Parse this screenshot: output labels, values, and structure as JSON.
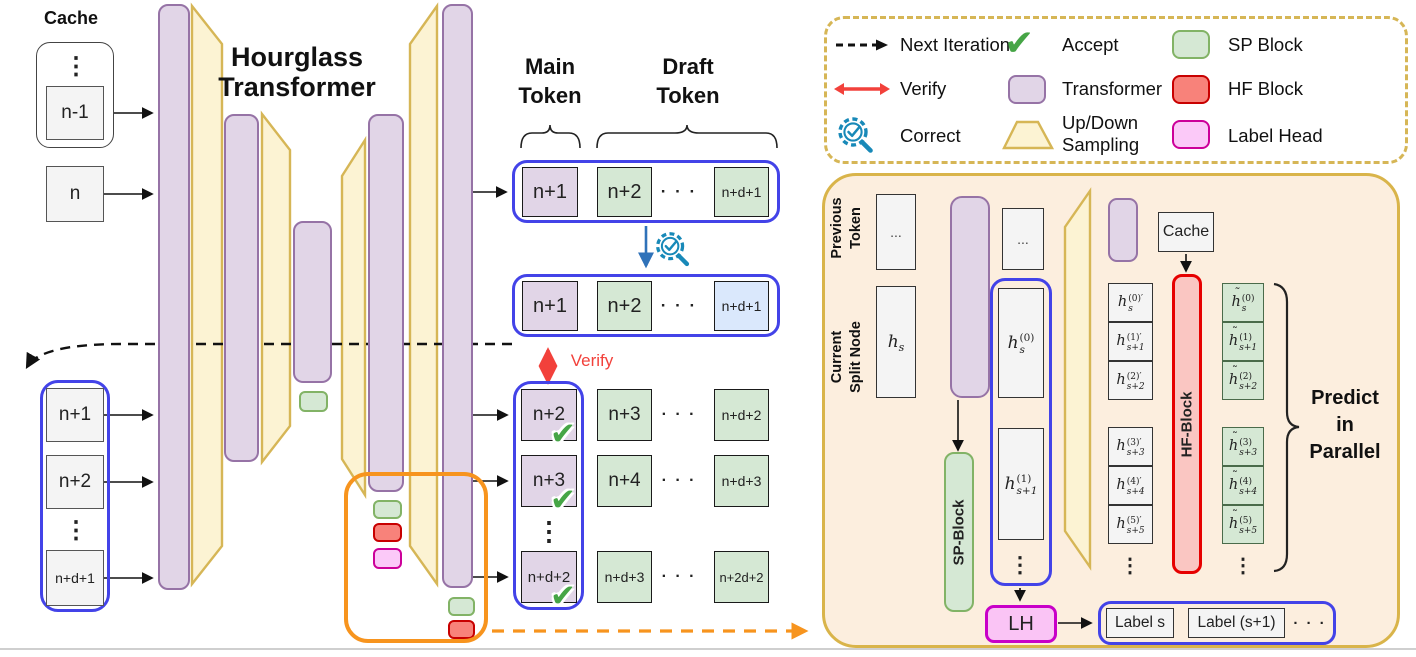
{
  "colors": {
    "transformer_fill": "#E1D5E7",
    "transformer_border": "#9673A6",
    "sampling_fill": "#FCF3D3",
    "sampling_border": "#D6B656",
    "sp_fill": "#D5E8D4",
    "sp_border": "#82B366",
    "hf_fill": "#F8827A",
    "hf_border": "#C80000",
    "label_head_fill": "#FBC9F8",
    "label_head_border": "#CC0099",
    "blue_container": "#4343E8",
    "orange_highlight": "#F7941E",
    "verify_red": "#F2413B",
    "correct_teal": "#1889B8",
    "accept_green": "#46A546",
    "draft_blue_fill": "#DAE8FC",
    "panel_fill": "#FCEEDE",
    "panel_border": "#D9B44A"
  },
  "icons": {
    "check": "✔",
    "vdots": "⋮",
    "hdots": "· · ·",
    "box_dots": "..."
  },
  "left": {
    "cache_title": "Cache",
    "cache_token": "n-1",
    "input_token": "n",
    "title_line1": "Hourglass",
    "title_line2": "Transformer",
    "header_main_1": "Main",
    "header_main_2": "Token",
    "header_draft_1": "Draft",
    "header_draft_2": "Token",
    "verify_label": "Verify",
    "row1": {
      "main": "n+1",
      "d1": "n+2",
      "d2": "n+d+1"
    },
    "row2": {
      "main": "n+1",
      "d1": "n+2",
      "d2": "n+d+1"
    },
    "out1": {
      "main": "n+2",
      "d1": "n+3",
      "d2": "n+d+2"
    },
    "out2": {
      "main": "n+3",
      "d1": "n+4",
      "d2": "n+d+3"
    },
    "out3": {
      "main": "n+d+2",
      "d1": "n+d+3",
      "d2": "n+2d+2"
    },
    "next_tokens": {
      "t1": "n+1",
      "t2": "n+2",
      "t3": "n+d+1"
    }
  },
  "legend": {
    "next_iteration": "Next Iteration",
    "verify": "Verify",
    "correct": "Correct",
    "accept": "Accept",
    "transformer": "Transformer",
    "updown_1": "Up/Down",
    "updown_2": "Sampling",
    "sp_block": "SP Block",
    "hf_block": "HF Block",
    "label_head": "Label Head"
  },
  "panel": {
    "prev_1": "Previous",
    "prev_2": "Token",
    "curr_1": "Current",
    "curr_2": "Split Node",
    "sp_block": "SP-Block",
    "hf_block": "HF-Block",
    "cache": "Cache",
    "lh": "LH",
    "label_s": "Label s",
    "label_s1": "Label (s+1)",
    "predict_1": "Predict",
    "predict_2": "in",
    "predict_3": "Parallel",
    "math": {
      "hs": {
        "b": "h",
        "sub": "s"
      },
      "h0": {
        "b": "h",
        "sub": "s",
        "sup": "(0)"
      },
      "h1": {
        "b": "h",
        "sub": "s+1",
        "sup": "(1)"
      },
      "hp0": {
        "b": "h",
        "sub": "s",
        "sup": "(0)",
        "prime": true
      },
      "hp1": {
        "b": "h",
        "sub": "s+1",
        "sup": "(1)",
        "prime": true
      },
      "hp2": {
        "b": "h",
        "sub": "s+2",
        "sup": "(2)",
        "prime": true
      },
      "hp3": {
        "b": "h",
        "sub": "s+3",
        "sup": "(3)",
        "prime": true
      },
      "hp4": {
        "b": "h",
        "sub": "s+4",
        "sup": "(4)",
        "prime": true
      },
      "hp5": {
        "b": "h",
        "sub": "s+5",
        "sup": "(5)",
        "prime": true
      },
      "ht0": {
        "b": "h",
        "sub": "s",
        "sup": "(0)",
        "tilde": true
      },
      "ht1": {
        "b": "h",
        "sub": "s+1",
        "sup": "(1)",
        "tilde": true
      },
      "ht2": {
        "b": "h",
        "sub": "s+2",
        "sup": "(2)",
        "tilde": true
      },
      "ht3": {
        "b": "h",
        "sub": "s+3",
        "sup": "(3)",
        "tilde": true
      },
      "ht4": {
        "b": "h",
        "sub": "s+4",
        "sup": "(4)",
        "tilde": true
      },
      "ht5": {
        "b": "h",
        "sub": "s+5",
        "sup": "(5)",
        "tilde": true
      }
    }
  }
}
